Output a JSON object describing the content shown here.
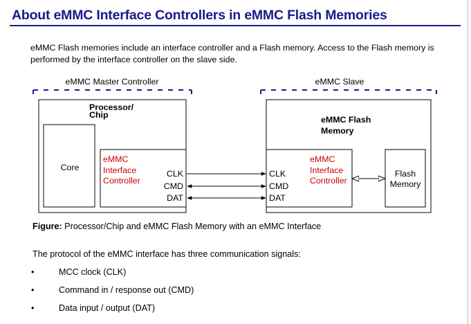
{
  "title": "About eMMC Interface Controllers in eMMC Flash Memories",
  "intro": "eMMC Flash memories include an interface controller and a Flash memory. Access to the Flash memory is performed by the interface controller on the slave side.",
  "diagram": {
    "master_label": "eMMC Master Controller",
    "slave_label": "eMMC Slave",
    "processor_line1": "Processor/",
    "processor_line2": "Chip",
    "core": "Core",
    "master_ctrl": [
      "eMMC",
      "Interface",
      "Controller"
    ],
    "master_signals": [
      "CLK",
      "CMD",
      "DAT"
    ],
    "slave_title_line1": "eMMC Flash",
    "slave_title_line2": "Memory",
    "slave_signals": [
      "CLK",
      "CMD",
      "DAT"
    ],
    "slave_ctrl": [
      "eMMC",
      "Interface",
      "Controller"
    ],
    "flash_line1": "Flash",
    "flash_line2": "Memory",
    "colors": {
      "accent": "#cc0000",
      "dashed": "#1a1a8c",
      "title": "#1a1a8c"
    }
  },
  "caption": {
    "prefix": "Figure:",
    "text": " Processor/Chip and eMMC Flash Memory with an eMMC Interface"
  },
  "protocol_intro": "The protocol of the eMMC interface has three communication signals:",
  "bullets": [
    "MCC clock (CLK)",
    "Command in / response out (CMD)",
    "Data input / output (DAT)"
  ]
}
